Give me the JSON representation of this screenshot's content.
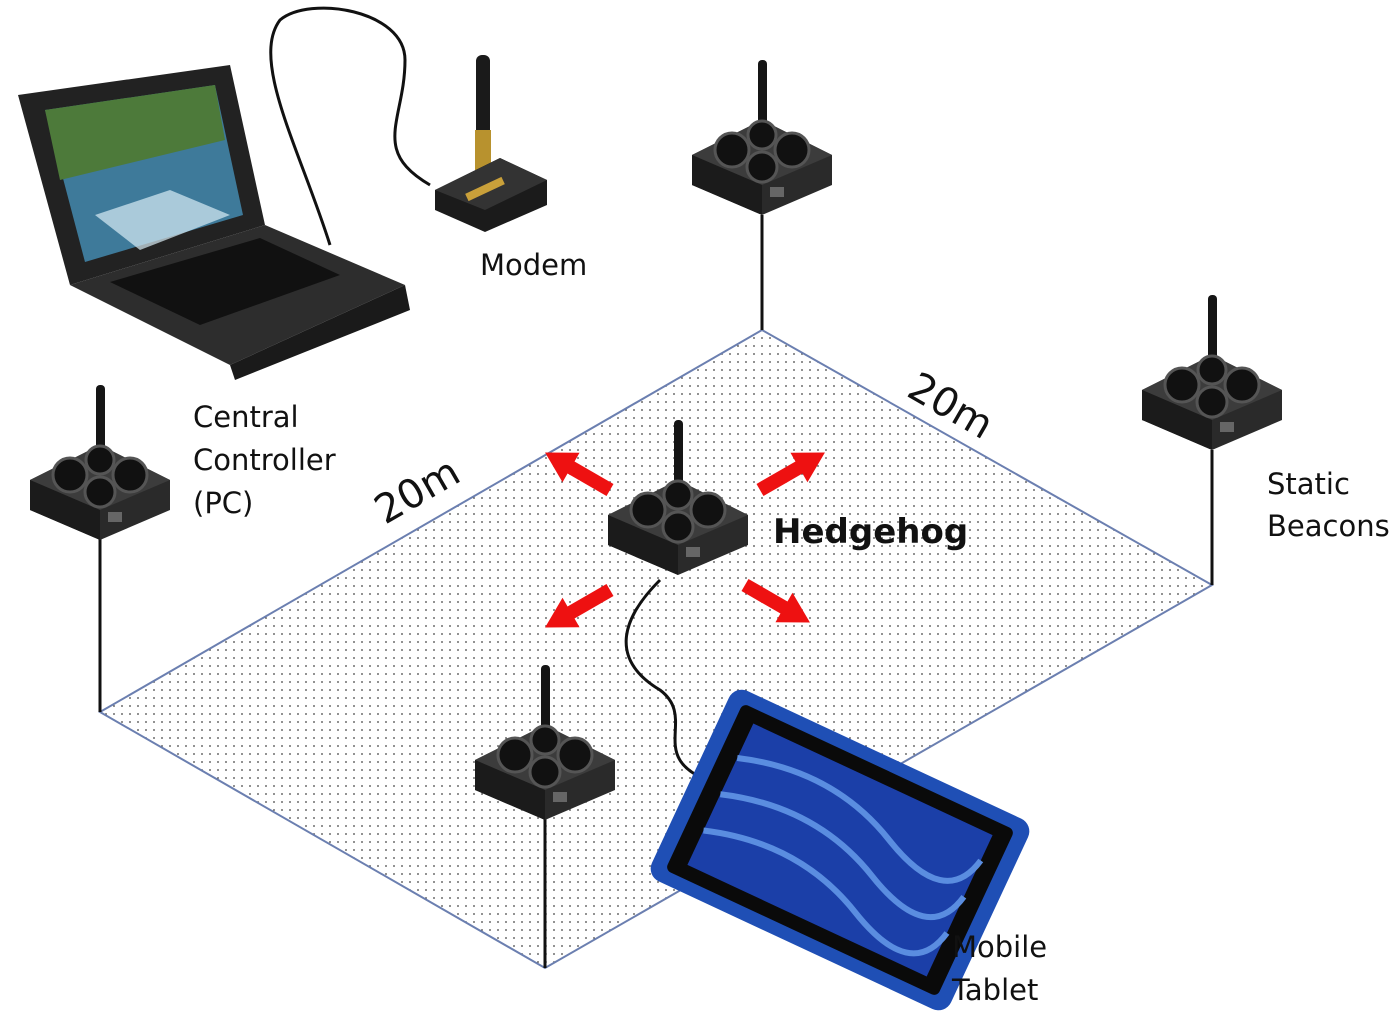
{
  "labels": {
    "modem": "Modem",
    "controller_line1": "Central",
    "controller_line2": "Controller",
    "controller_line3": "(PC)",
    "hedgehog": "Hedgehog",
    "beacons_line1": "Static",
    "beacons_line2": "Beacons",
    "tablet_line1": "Mobile",
    "tablet_line2": "Tablet",
    "dim_left": "20m",
    "dim_right": "20m"
  },
  "colors": {
    "arrow": "#ee1111",
    "floor_border": "#6b7fb0",
    "tablet_frame": "#1f4fb5"
  }
}
